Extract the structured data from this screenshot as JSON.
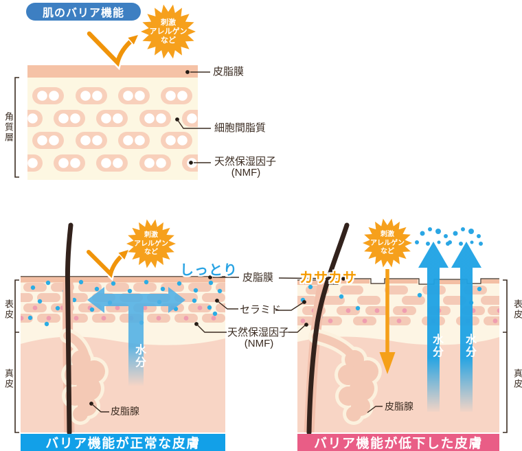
{
  "header": {
    "title": "肌のバリア機能"
  },
  "stimulus": {
    "lines": [
      "刺激",
      "アレルゲン",
      "など"
    ]
  },
  "top_diagram": {
    "bracket_label": "角質層",
    "labels": {
      "sebum_film": "皮脂膜",
      "intercellular_lipids": "細胞間脂質",
      "nmf_line1": "天然保湿因子",
      "nmf_line2": "(NMF)"
    }
  },
  "shared_labels": {
    "sebum_film": "皮脂膜",
    "ceramide": "セラミド",
    "nmf_line1": "天然保湿因子",
    "nmf_line2": "(NMF)"
  },
  "left_panel": {
    "condition": "しっとり",
    "water": "水分",
    "sebaceous_gland": "皮脂腺",
    "epidermis": "表皮",
    "dermis": "真皮",
    "banner": "バリア機能が正常な皮膚"
  },
  "right_panel": {
    "condition": "カサカサ",
    "water": "水分",
    "sebaceous_gland": "皮脂腺",
    "epidermis": "表皮",
    "dermis": "真皮",
    "banner": "バリア機能が低下した皮膚"
  },
  "colors": {
    "badge_blue": "#3d7fc2",
    "burst_orange": "#f6a01c",
    "moist_blue": "#29a3e3",
    "dry_orange": "#f59b00",
    "normal_banner_blue": "#12a0e8",
    "damaged_banner_pink": "#e95d86",
    "water_arrow_blue": "#2aa4e2"
  }
}
